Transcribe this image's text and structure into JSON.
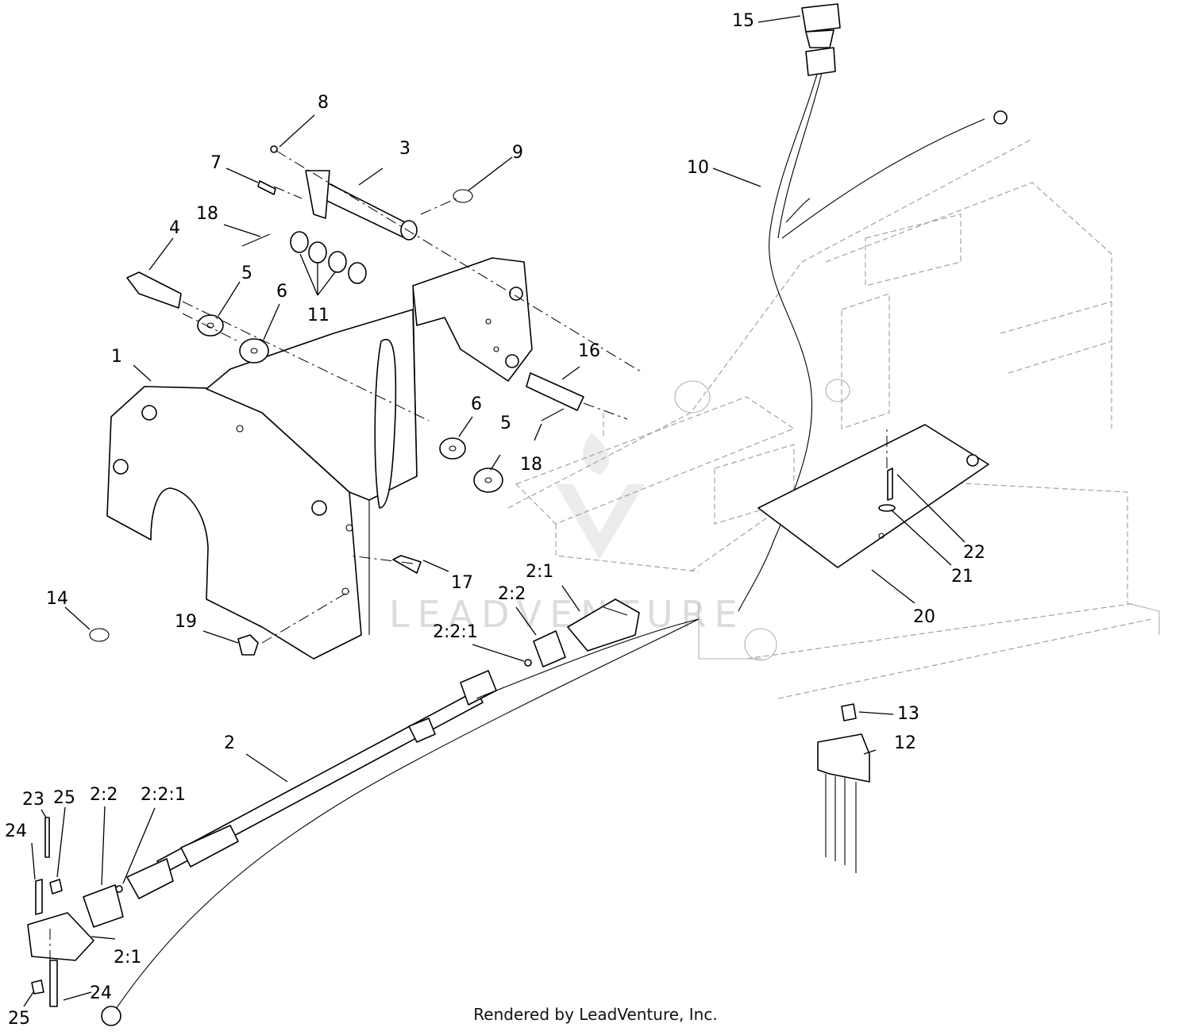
{
  "callouts": {
    "p1": "1",
    "p2": "2",
    "p3": "3",
    "p4": "4",
    "p5a": "5",
    "p5b": "5",
    "p6a": "6",
    "p6b": "6",
    "p7": "7",
    "p8": "8",
    "p9": "9",
    "p10": "10",
    "p11": "11",
    "p12": "12",
    "p13": "13",
    "p14": "14",
    "p15": "15",
    "p16": "16",
    "p17": "17",
    "p18a": "18",
    "p18b": "18",
    "p19": "19",
    "p20": "20",
    "p21": "21",
    "p22": "22",
    "p21u": "2:1",
    "p22u": "2:2",
    "p221u": "2:2:1",
    "p21l": "2:1",
    "p22l": "2:2",
    "p221l": "2:2:1",
    "p23": "23",
    "p24a": "24",
    "p24b": "24",
    "p25a": "25",
    "p25b": "25"
  },
  "watermark": "LEADVENTURE",
  "footer": "Rendered by LeadVenture, Inc."
}
